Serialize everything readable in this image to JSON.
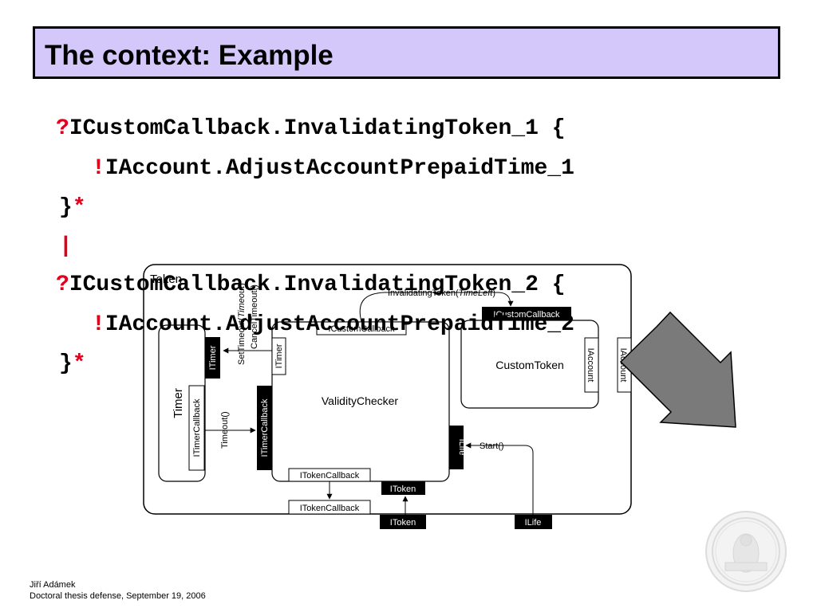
{
  "slide": {
    "title": "The context: Example"
  },
  "code": {
    "line1_mark": "?",
    "line1_text": "ICustomCallback.InvalidatingToken_1 {",
    "line2_mark": "!",
    "line2_text": "IAccount.AdjustAccountPrepaidTime_1",
    "line3_text": "}",
    "line3_mark": "*",
    "line4_mark": "|",
    "line5_mark": "?",
    "line5_text": "ICustomCallback.InvalidatingToken_2 {",
    "line6_mark": "!",
    "line6_text": "IAccount.AdjustAccountPrepaidTime_2",
    "line7_text": "}",
    "line7_mark": "*"
  },
  "diagram": {
    "container_label": "Token",
    "timer": {
      "label": "Timer",
      "port_itimer": "ITimer",
      "port_itimercallback": "ITimerCallback"
    },
    "validity_checker": {
      "label": "ValidityChecker",
      "port_icustomcallback": "ICustomCallback",
      "port_itimer": "ITimer",
      "port_itimercallback": "ITimerCallback",
      "port_itokencallback": "ITokenCallback",
      "port_itoken": "IToken",
      "port_ilife": "ILife"
    },
    "custom_token": {
      "label": "CustomToken",
      "port_icustomcallback": "ICustomCallback",
      "port_iaccount": "IAccount"
    },
    "outer_ports": {
      "iaccount": "IAccount",
      "itokencallback": "ITokenCallback",
      "itoken": "IToken",
      "ilife": "ILife"
    },
    "calls": {
      "set_timeout_prefix": "SetTimeout(",
      "set_timeout_arg": "Timeout",
      "set_timeout_suffix": ")",
      "cancel_timeout": "CancelTimeout()",
      "timeout": "Timeout()",
      "invalidating_prefix": "InvalidatingToken(",
      "invalidating_arg": "TimeLeft",
      "invalidating_suffix": ")",
      "start": "Start()"
    }
  },
  "footer": {
    "author": "Jiří Adámek",
    "event": "Doctoral thesis defense, September 19, 2006"
  },
  "colors": {
    "title_bg": "#d4c8fb",
    "accent_red": "#e0001b",
    "arrow_gray": "#7a7a7a",
    "port_black": "#000000"
  },
  "icons": {
    "big_arrow": "down-right-arrow-icon",
    "seal": "university-seal-icon"
  }
}
